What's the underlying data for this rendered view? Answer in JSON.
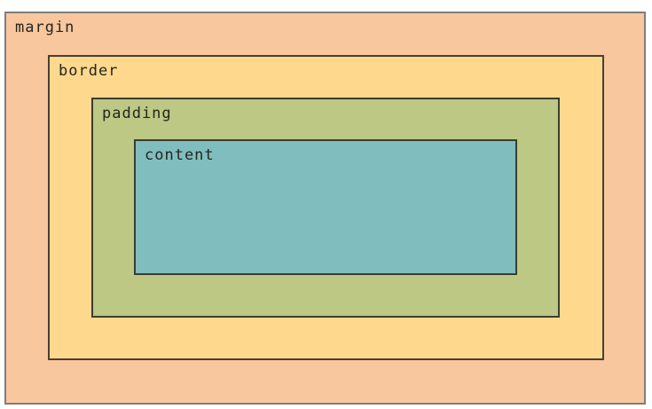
{
  "diagram": {
    "boxes": [
      {
        "id": "margin",
        "label": "margin",
        "fill": "#f8c79d",
        "line": "#7e7e7e"
      },
      {
        "id": "border",
        "label": "border",
        "fill": "#fdd88d",
        "line": "#454136"
      },
      {
        "id": "padding",
        "label": "padding",
        "fill": "#bcc883",
        "line": "#3c3c32"
      },
      {
        "id": "content",
        "label": "content",
        "fill": "#80bdbf",
        "line": "#3c3c32"
      }
    ],
    "text_color": "#25251e",
    "background_color": "#ffffff"
  }
}
